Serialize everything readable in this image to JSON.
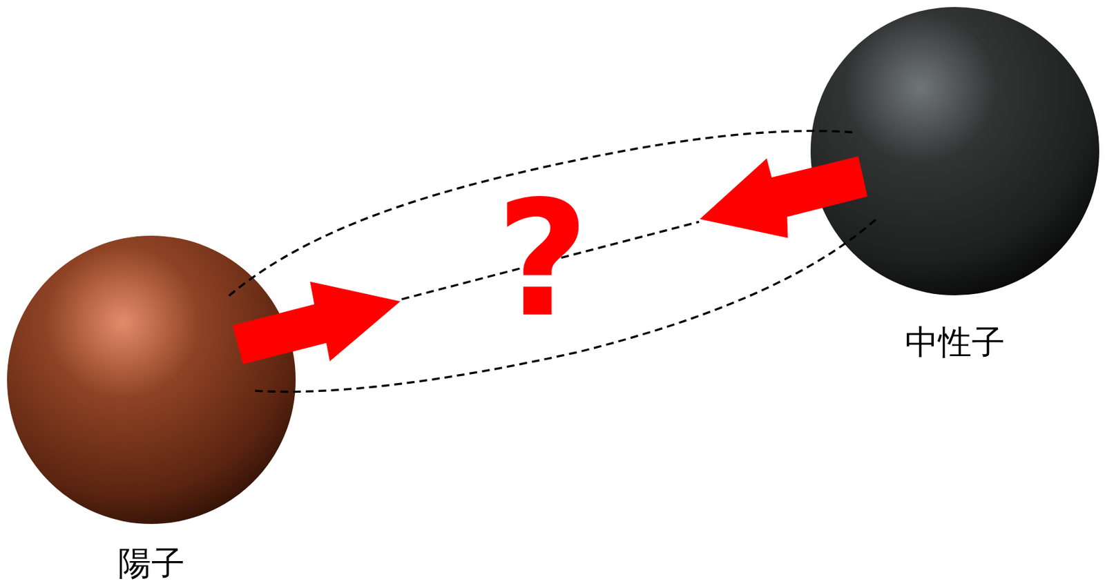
{
  "diagram": {
    "nodes": [
      {
        "text": [
          "陽子"
        ]
      },
      {
        "text": [
          "中性子"
        ]
      }
    ],
    "labels": [
      "?"
    ]
  }
}
